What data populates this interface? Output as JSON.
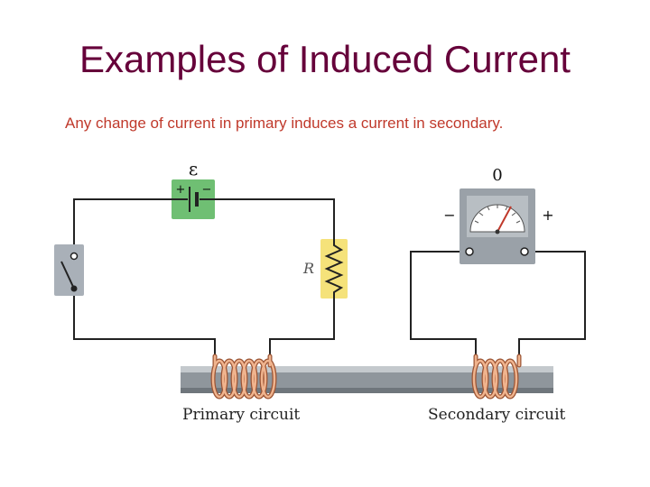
{
  "slide": {
    "title": "Examples of Induced Current",
    "subtitle": "Any change of current in primary induces a current in secondary."
  },
  "diagram": {
    "emf_label": "ε",
    "battery_plus": "+",
    "battery_minus": "−",
    "resistor_label": "R",
    "meter_zero": "0",
    "meter_minus": "−",
    "meter_plus": "+",
    "primary_label": "Primary circuit",
    "secondary_label": "Secondary circuit"
  },
  "colors": {
    "title": "#66003a",
    "subtitle": "#c0392b",
    "battery_box": "#6fbf73",
    "resistor_box": "#f5e27a",
    "switch_box": "#a9b0b8",
    "meter_box": "#9aa1a8",
    "coil": "#d9895c",
    "core": "#8f969c"
  }
}
